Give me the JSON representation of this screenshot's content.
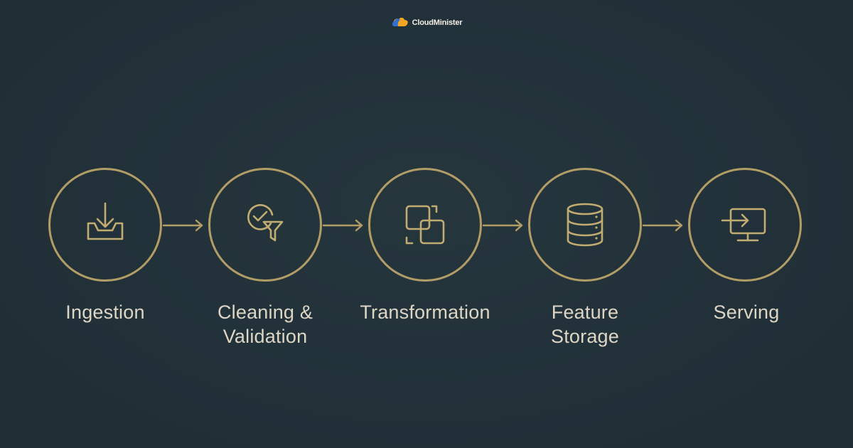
{
  "brand": {
    "name": "CloudMinister",
    "logo_icon": "cloud-logo-icon"
  },
  "colors": {
    "background": "#223139",
    "accent": "#b39d66",
    "label_text": "#ddd6c5"
  },
  "steps": [
    {
      "label_line1": "Ingestion",
      "label_line2": "",
      "icon": "download-tray-icon"
    },
    {
      "label_line1": "Cleaning &",
      "label_line2": "Validation",
      "icon": "check-filter-icon"
    },
    {
      "label_line1": "Transformation",
      "label_line2": "",
      "icon": "overlapping-squares-icon"
    },
    {
      "label_line1": "Feature",
      "label_line2": "Storage",
      "icon": "database-icon"
    },
    {
      "label_line1": "Serving",
      "label_line2": "",
      "icon": "monitor-arrow-icon"
    }
  ]
}
